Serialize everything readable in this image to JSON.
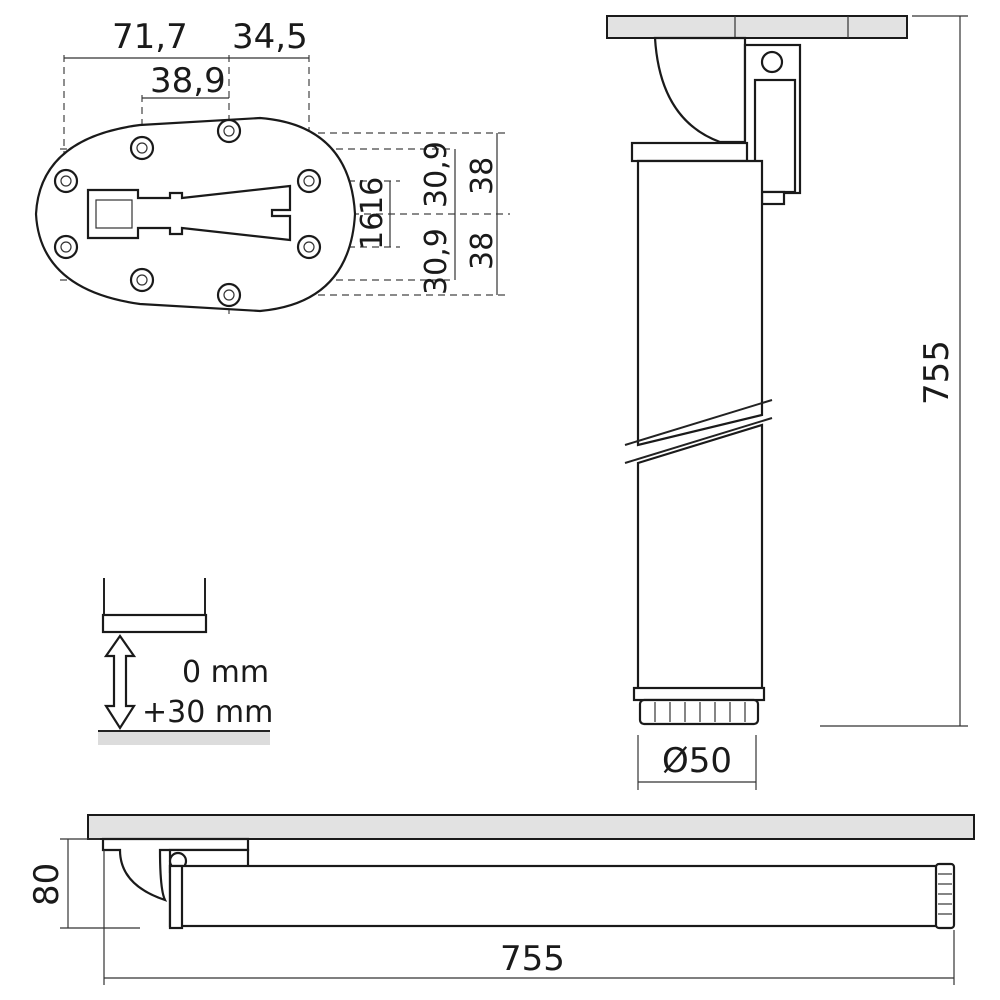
{
  "plate_dims": {
    "width_left": "71,7",
    "width_right": "34,5",
    "hole_offset": "38,9",
    "slot_a": "16",
    "slot_b": "16",
    "inner_up": "30,9",
    "inner_down": "30,9",
    "outer_up": "38",
    "outer_down": "38"
  },
  "leg_dims": {
    "height": "755",
    "diameter": "Ø50"
  },
  "adjust": {
    "min": "0 mm",
    "max": "+30 mm"
  },
  "folded_dims": {
    "height": "80",
    "length": "755"
  }
}
